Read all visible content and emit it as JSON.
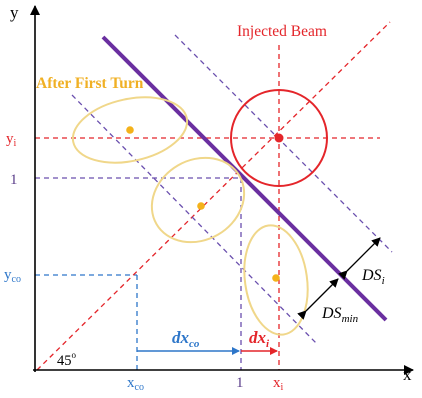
{
  "axes": {
    "x_label": "x",
    "y_label": "y"
  },
  "labels": {
    "injected_beam": "Injected Beam",
    "after_first_turn": "After First Turn",
    "y_i_base": "y",
    "y_i_sub": "i",
    "y_one": "1",
    "y_co_base": "y",
    "y_co_sub": "co",
    "x_co_base": "x",
    "x_co_sub": "co",
    "x_one": "1",
    "x_i_base": "x",
    "x_i_sub": "i",
    "angle_base": "45",
    "angle_sup": "o",
    "dx_co_base": "dx",
    "dx_co_sub": "co",
    "dx_i_base": "dx",
    "dx_i_sub": "i",
    "ds_i_base": "DS",
    "ds_i_sub": "i",
    "ds_min_base": "DS",
    "ds_min_sub": "min"
  },
  "colors": {
    "axis": "#000000",
    "septum": "#6a2fa0",
    "guide_purple": "#6a4fae",
    "injected": "#e4252a",
    "orbit_ellipse": "#f0d78a",
    "orbit_dot": "#f4b21a",
    "after_first_turn_text": "#f0b024",
    "closed_orbit": "#2d76c9",
    "dx_co": "#2d76c9",
    "dx_i": "#e4252a",
    "y_label_purple": "#5a3d8a"
  }
}
